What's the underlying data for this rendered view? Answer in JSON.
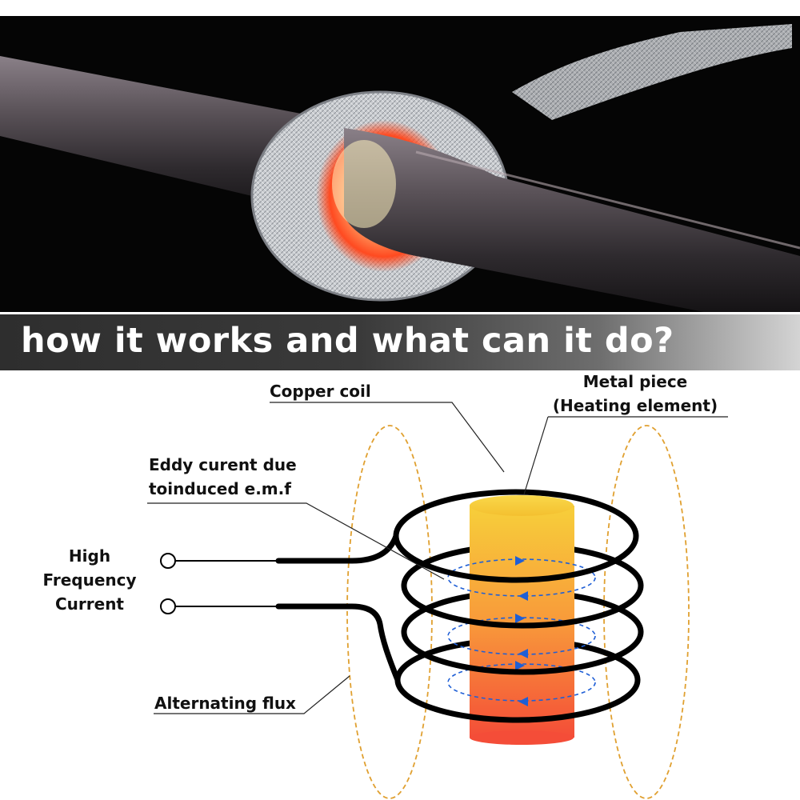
{
  "banner": {
    "title": "how it works and what can it do?"
  },
  "labels": {
    "copper_coil": "Copper coil",
    "metal_piece_line1": "Metal piece",
    "metal_piece_line2": "(Heating element)",
    "eddy_line1": "Eddy curent due",
    "eddy_line2": "toinduced e.m.f",
    "hf_line1": "High",
    "hf_line2": "Frequency",
    "hf_line3": "Current",
    "flux": "Alternating flux"
  },
  "colors": {
    "flux_lines": "#e0a030",
    "eddy_current": "#1f5fd6",
    "coil": "#000000",
    "metal_top": "#f7cf3a",
    "metal_bottom": "#f44d38"
  }
}
